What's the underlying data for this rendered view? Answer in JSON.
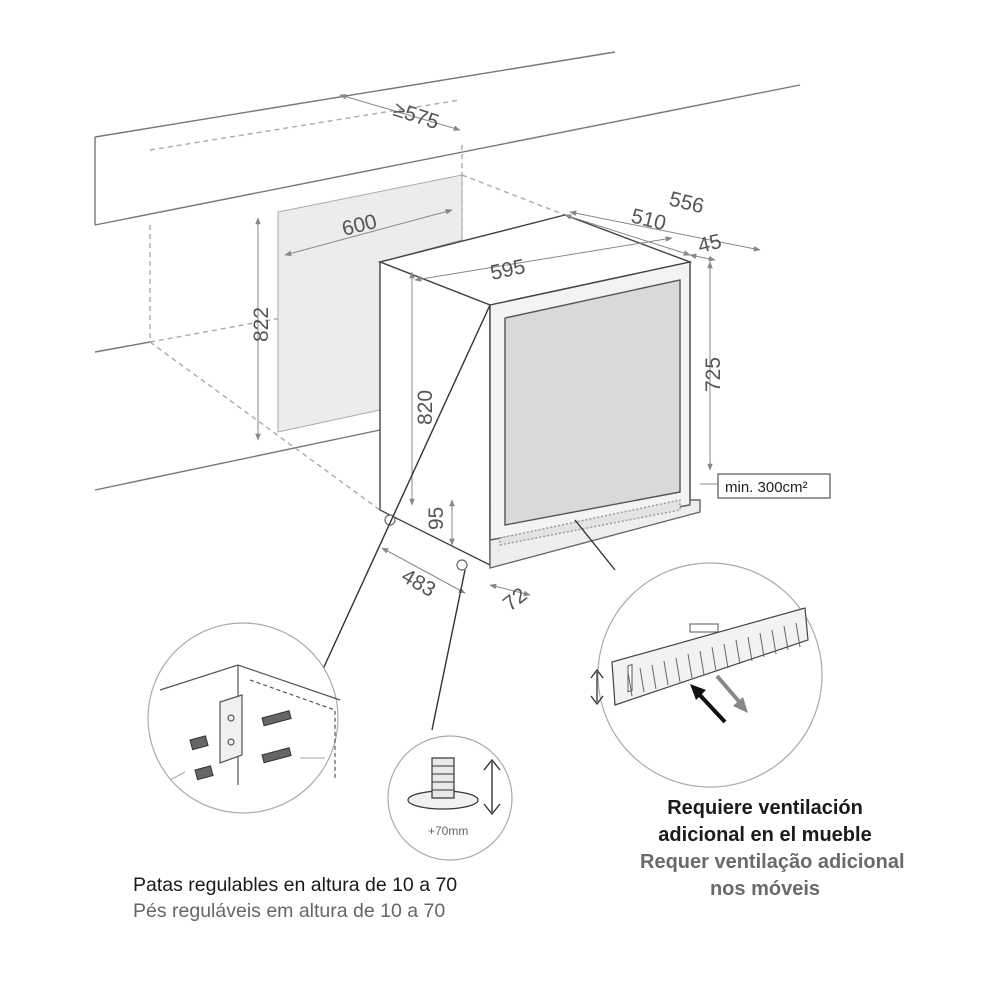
{
  "dimensions": {
    "niche_depth": "≥575",
    "niche_width": "600",
    "niche_height": "822",
    "unit_width": "595",
    "unit_height": "820",
    "total_depth": "556",
    "body_depth": "510",
    "door_depth": "45",
    "door_height": "725",
    "plinth_height": "95",
    "feet_depth": "483",
    "plinth_depth": "72"
  },
  "ventilation_label": "min. 300cm²",
  "foot_detail_label": "+70mm",
  "captions": {
    "feet_es": "Patas regulables en altura de 10 a 70",
    "feet_pt": "Pés reguláveis em altura de 10 a 70",
    "vent_es_1": "Requiere ventilación",
    "vent_es_2": "adicional en el mueble",
    "vent_pt_1": "Requer ventilação adicional",
    "vent_pt_2": "nos móveis"
  },
  "icons": [
    "double-arrow-icon",
    "airflow-arrow-icon"
  ]
}
